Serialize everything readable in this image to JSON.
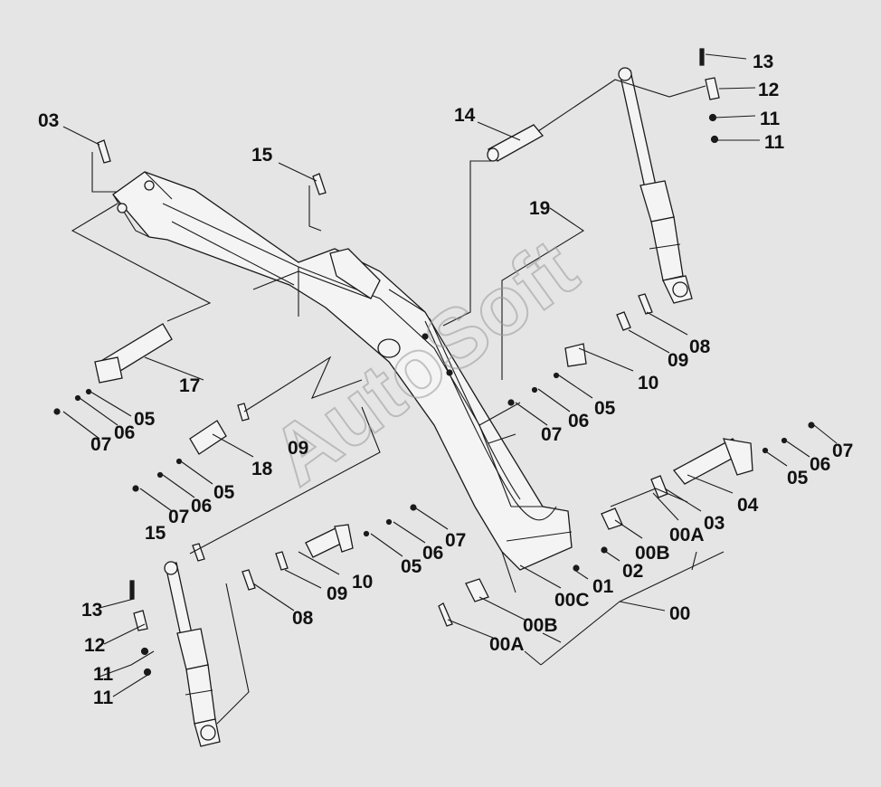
{
  "watermark": "AutoSoft",
  "labels": {
    "l00": "00",
    "l00A_a": "00A",
    "l00A_b": "00A",
    "l00B_a": "00B",
    "l00B_b": "00B",
    "l00C": "00C",
    "l01": "01",
    "l02": "02",
    "l03_a": "03",
    "l03_b": "03",
    "l04": "04",
    "l05_a": "05",
    "l05_b": "05",
    "l05_c": "05",
    "l05_d": "05",
    "l05_e": "05",
    "l06_a": "06",
    "l06_b": "06",
    "l06_c": "06",
    "l06_d": "06",
    "l06_e": "06",
    "l07_a": "07",
    "l07_b": "07",
    "l07_c": "07",
    "l07_d": "07",
    "l07_e": "07",
    "l08_a": "08",
    "l08_b": "08",
    "l09_a": "09",
    "l09_b": "09",
    "l09_c": "09",
    "l10_a": "10",
    "l10_b": "10",
    "l11_a": "11",
    "l11_b": "11",
    "l11_c": "11",
    "l11_d": "11",
    "l12_a": "12",
    "l12_b": "12",
    "l13_a": "13",
    "l13_b": "13",
    "l14": "14",
    "l15_a": "15",
    "l15_b": "15",
    "l17": "17",
    "l18": "18",
    "l19": "19"
  }
}
